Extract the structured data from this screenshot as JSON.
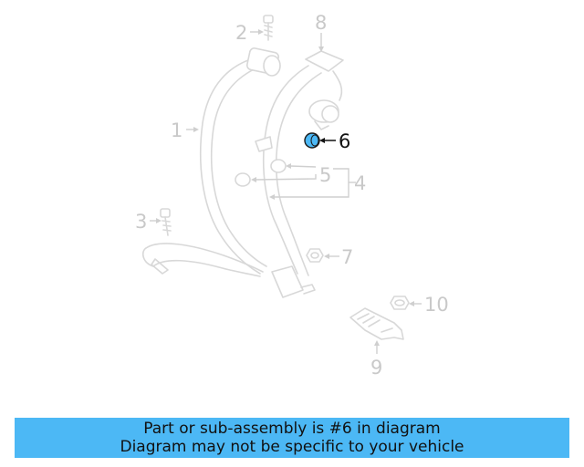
{
  "diagram": {
    "callouts": {
      "c1": "1",
      "c2": "2",
      "c3": "3",
      "c4": "4",
      "c5": "5",
      "c6": "6",
      "c7": "7",
      "c8": "8",
      "c9": "9",
      "c10": "10"
    },
    "highlight_color": "#4cb8f5",
    "highlighted_part": "6"
  },
  "banner": {
    "line1": "Part or sub-assembly is #6 in diagram",
    "line2": "Diagram may not be specific to your vehicle",
    "color": "#4cb8f5"
  }
}
